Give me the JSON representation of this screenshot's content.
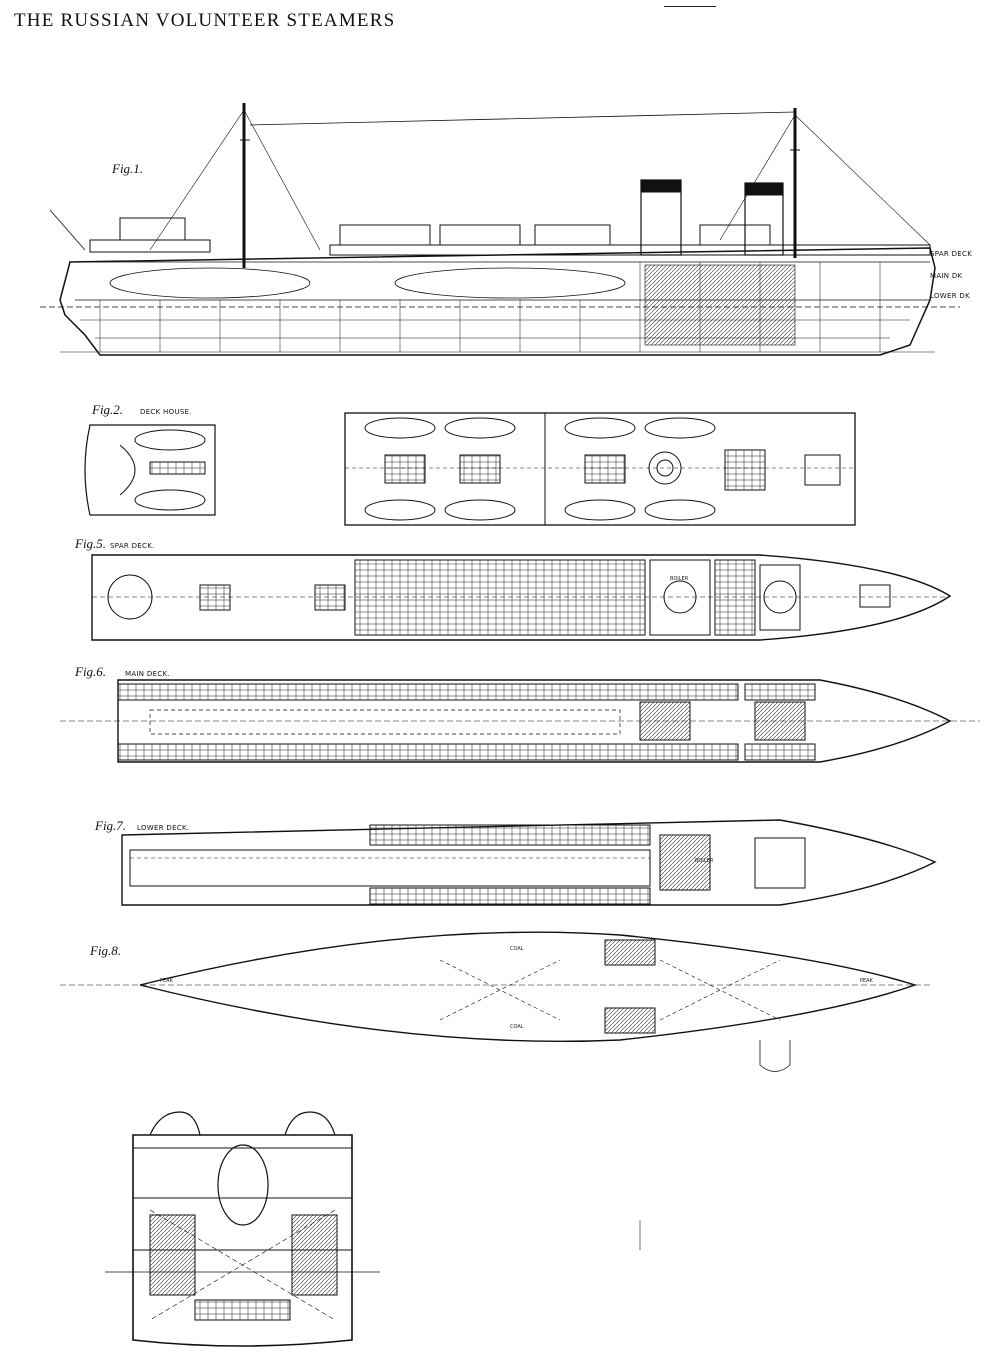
{
  "title": "THE RUSSIAN VOLUNTEER STEAMERS",
  "figures": {
    "fig1": {
      "label": "Fig.1."
    },
    "fig2": {
      "label": "Fig.2.",
      "caption": "DECK HOUSE."
    },
    "fig5": {
      "label": "Fig.5.",
      "caption": "SPAR DECK."
    },
    "fig6": {
      "label": "Fig.6.",
      "caption": "MAIN DECK."
    },
    "fig7": {
      "label": "Fig.7.",
      "caption": "LOWER DECK."
    },
    "fig8": {
      "label": "Fig.8."
    }
  },
  "annotations": {
    "spar_deck": "SPAR DECK",
    "main_deck": "MAIN DK",
    "lower_deck": "LOWER DK",
    "boiler": "BOILER",
    "coal": "COAL",
    "peak": "PEAK"
  },
  "colors": {
    "ink": "#111111",
    "paper": "#ffffff"
  }
}
